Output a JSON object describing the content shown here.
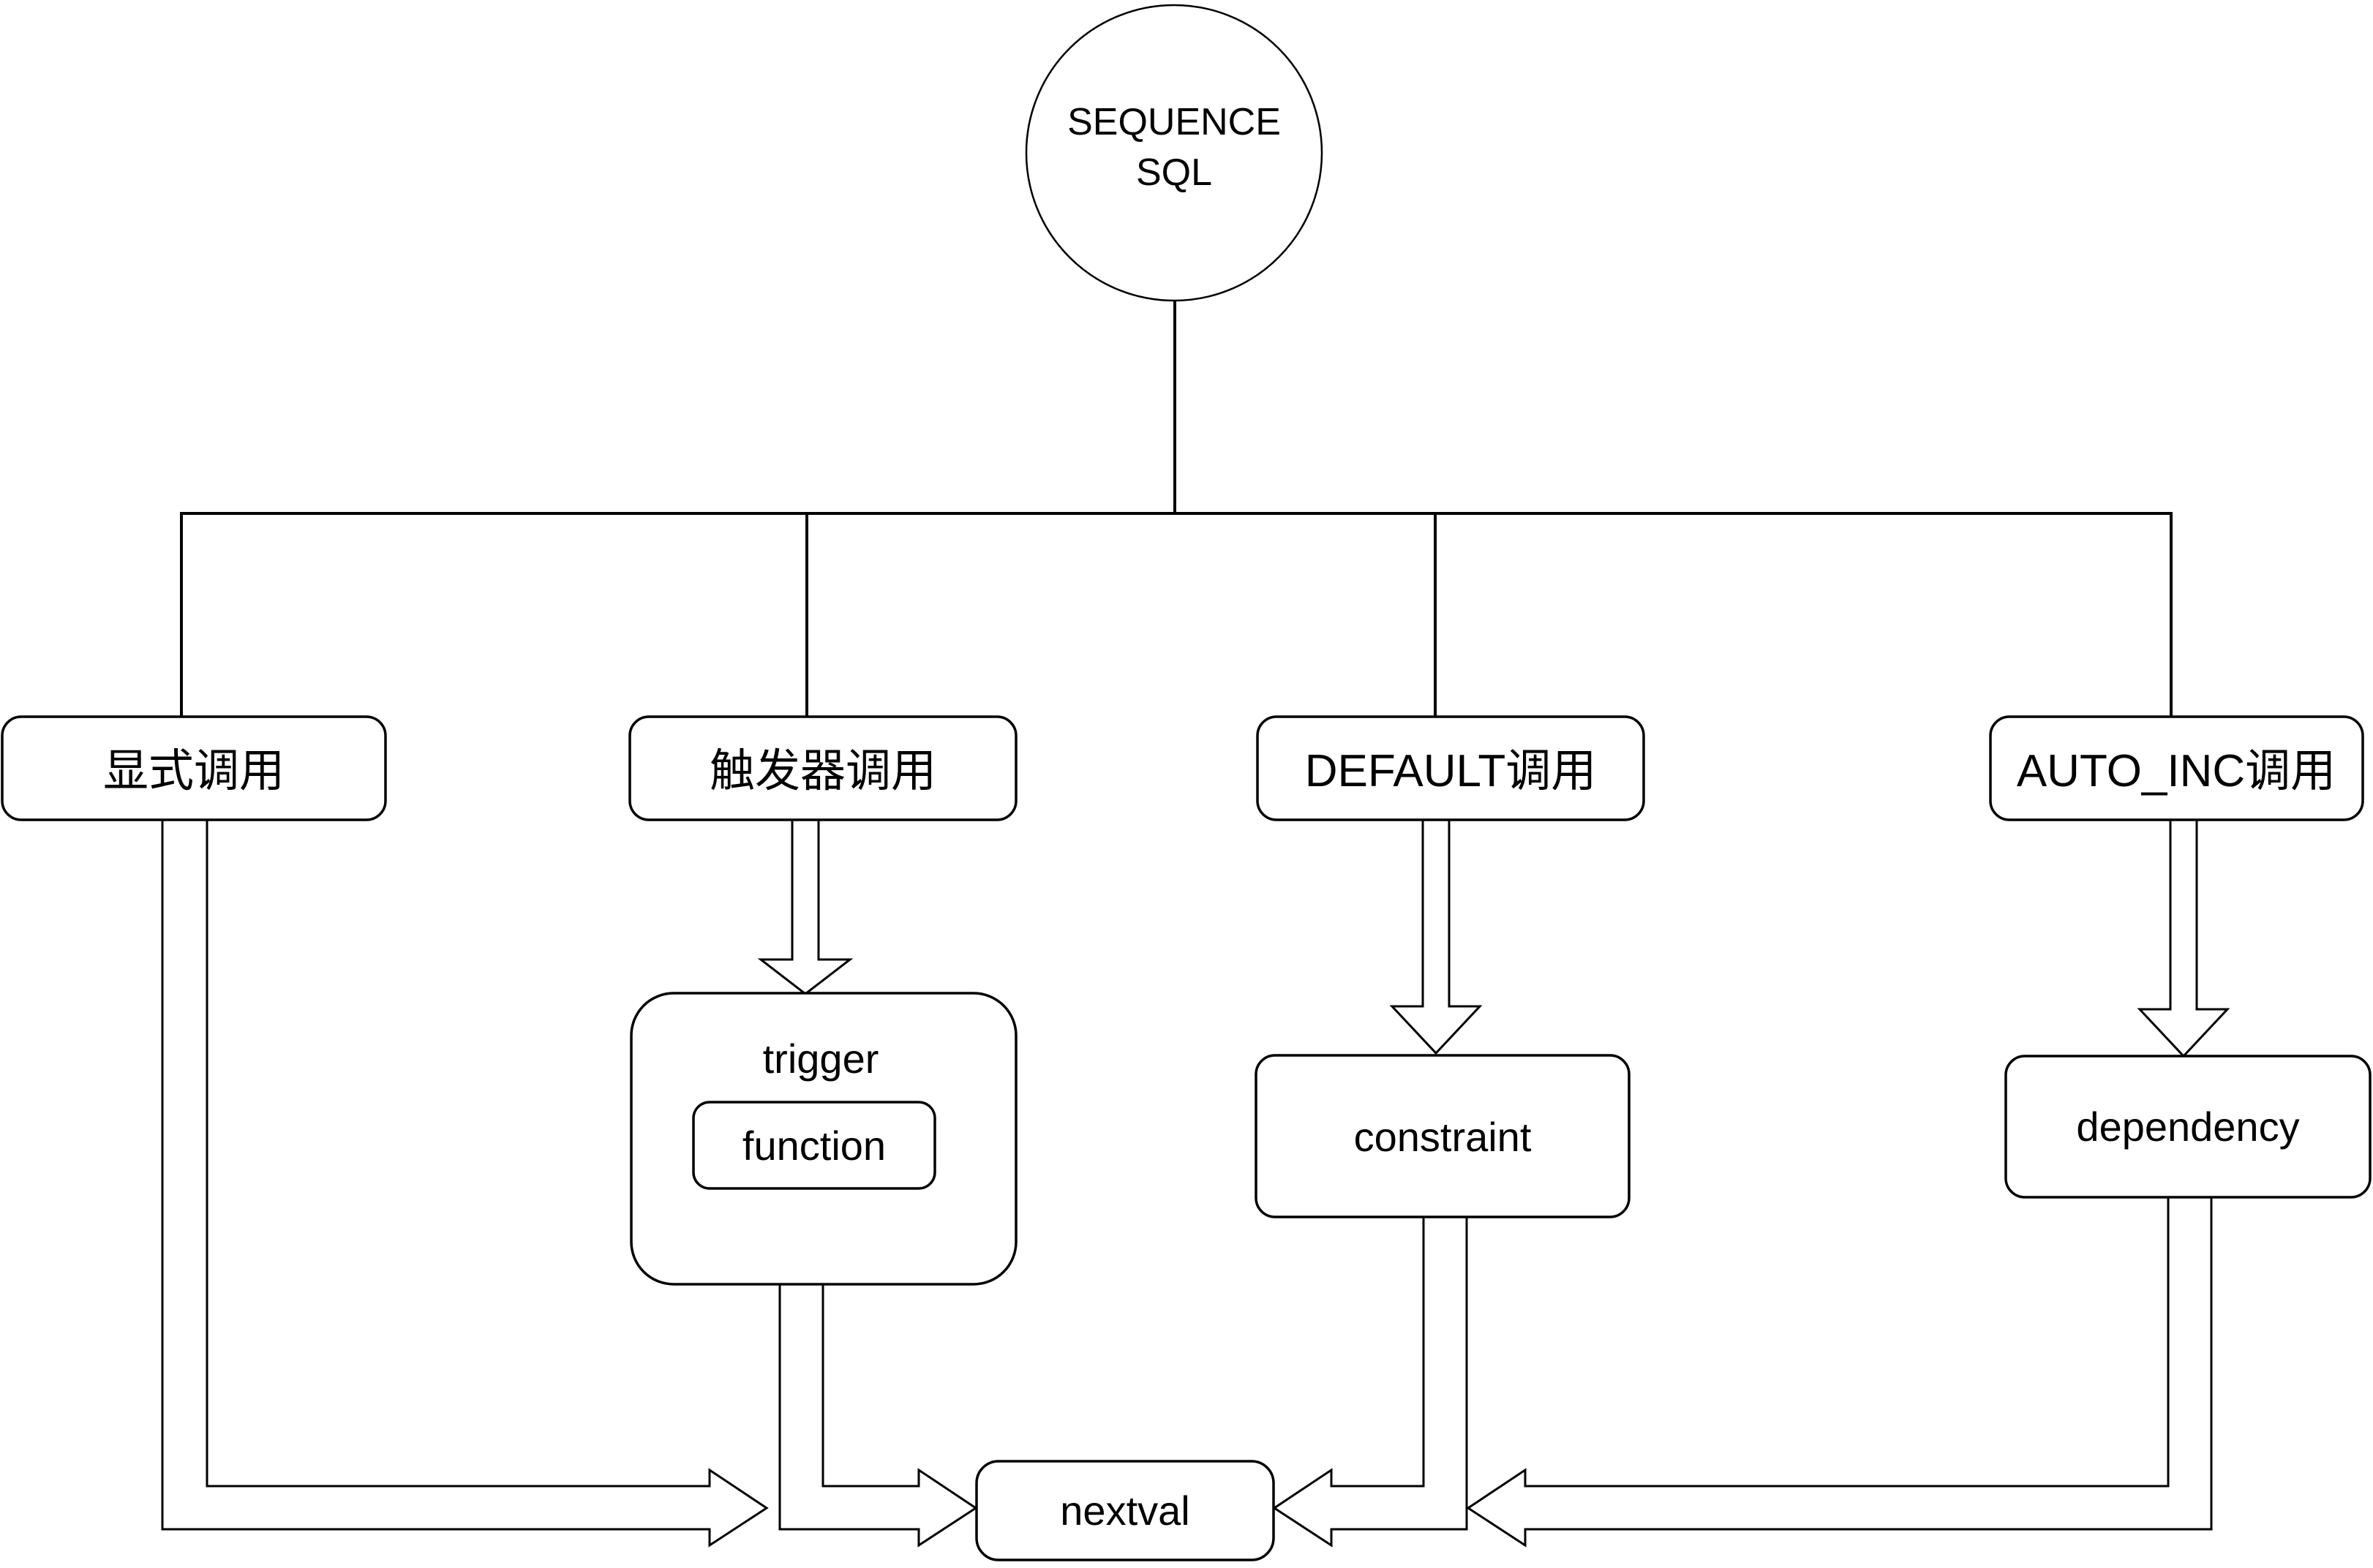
{
  "diagram": {
    "type": "flowchart",
    "colors": {
      "stroke": "#000000",
      "fill": "#ffffff",
      "background": "#ffffff"
    },
    "root": {
      "line1": "SEQUENCE",
      "line2": "SQL"
    },
    "branches": [
      {
        "id": "explicit-call",
        "label": "显式调用"
      },
      {
        "id": "trigger-call",
        "label": "触发器调用"
      },
      {
        "id": "default-call",
        "label": "DEFAULT调用"
      },
      {
        "id": "autoinc-call",
        "label": "AUTO_INC调用"
      }
    ],
    "nodes": {
      "trigger": "trigger",
      "function": "function",
      "constraint": "constraint",
      "dependency": "dependency",
      "nextval": "nextval"
    },
    "edges": [
      {
        "from": "SEQUENCE SQL",
        "to": "显式调用"
      },
      {
        "from": "SEQUENCE SQL",
        "to": "触发器调用"
      },
      {
        "from": "SEQUENCE SQL",
        "to": "DEFAULT调用"
      },
      {
        "from": "SEQUENCE SQL",
        "to": "AUTO_INC调用"
      },
      {
        "from": "触发器调用",
        "to": "trigger"
      },
      {
        "from": "DEFAULT调用",
        "to": "constraint"
      },
      {
        "from": "AUTO_INC调用",
        "to": "dependency"
      },
      {
        "from": "显式调用",
        "to": "nextval"
      },
      {
        "from": "trigger",
        "to": "nextval"
      },
      {
        "from": "constraint",
        "to": "nextval"
      },
      {
        "from": "dependency",
        "to": "nextval"
      }
    ]
  }
}
